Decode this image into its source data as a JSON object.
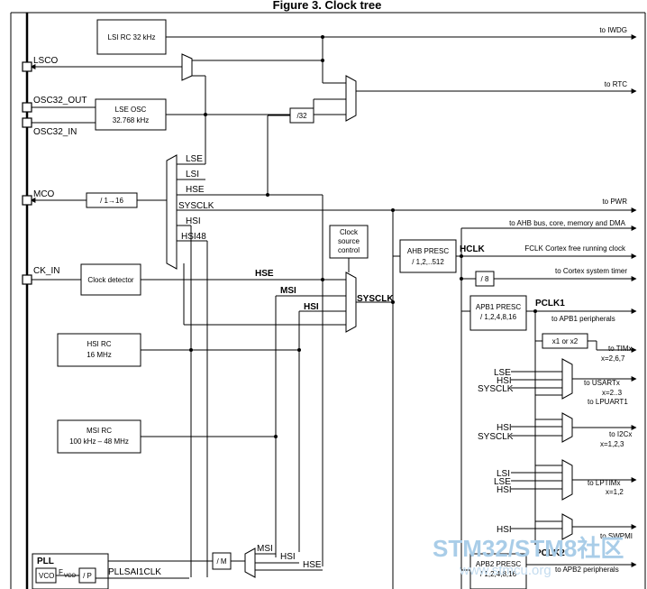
{
  "title": "Figure 3. Clock tree",
  "pins": {
    "lsco": "LSCO",
    "osc32_out": "OSC32_OUT",
    "osc32_in": "OSC32_IN",
    "mco": "MCO",
    "ck_in": "CK_IN"
  },
  "blocks": {
    "lsi_rc": "LSI RC 32 kHz",
    "lse_osc_1": "LSE OSC",
    "lse_osc_2": "32.768 kHz",
    "div32": "/32",
    "mco_div": "/ 1→16",
    "clock_detector": "Clock detector",
    "hsi_rc_1": "HSI RC",
    "hsi_rc_2": "16 MHz",
    "msi_rc_1": "MSI RC",
    "msi_rc_2": "100 kHz – 48 MHz",
    "clock_source_control_1": "Clock",
    "clock_source_control_2": "source",
    "clock_source_control_3": "control",
    "ahb_presc_1": "AHB PRESC",
    "ahb_presc_2": "/ 1,2,..512",
    "div8": "/ 8",
    "apb1_presc_1": "APB1 PRESC",
    "apb1_presc_2": "/ 1,2,4,8,16",
    "apb2_presc_1": "APB2 PRESC",
    "apb2_presc_2": "/ 1,2,4,8,16",
    "x1_or_x2": "x1 or x2",
    "pll": "PLL",
    "vco": "VCO",
    "fvco": "F",
    "fvco_sub": "VCO",
    "div_p": "/ P",
    "div_m": "/ M",
    "pllsai1clk": "PLLSAI1CLK"
  },
  "mco_mux_inputs": [
    "LSE",
    "LSI",
    "HSE",
    "SYSCLK",
    "HSI",
    "HSI48"
  ],
  "sysclk_mux": {
    "hse": "HSE",
    "msi": "MSI",
    "hsi": "HSI",
    "out": "SYSCLK"
  },
  "pll_mux_inputs": [
    "MSI",
    "HSI",
    "HSE"
  ],
  "bus": {
    "hclk": "HCLK",
    "pclk1": "PCLK1",
    "pclk2": "PCLK2"
  },
  "outputs": {
    "iwdg": "to IWDG",
    "rtc": "to RTC",
    "pwr": "to PWR",
    "ahb": "to AHB bus, core, memory and DMA",
    "fclk": "FCLK Cortex free running clock",
    "systimer": "to Cortex system timer",
    "apb1": "to APB1 peripherals",
    "timx_1": "to TIMx",
    "timx_2": "x=2,6,7",
    "usartx_1": "to USARTx",
    "usartx_2": "x=2..3",
    "lpuart1": "to LPUART1",
    "i2cx_1": "to I2Cx",
    "i2cx_2": "x=1,2,3",
    "lptimx_1": "to LPTIMx",
    "lptimx_2": "x=1,2",
    "swpmi": "to SWPMI",
    "apb2": "to APB2 peripherals"
  },
  "peripheral_mux_inputs": {
    "usart": [
      "LSE",
      "HSI",
      "SYSCLK"
    ],
    "i2c": [
      "HSI",
      "SYSCLK"
    ],
    "lptim": [
      "LSI",
      "LSE",
      "HSI"
    ],
    "swpmi": [
      "HSI"
    ]
  },
  "watermark": {
    "brand": "STM32/STM8社区",
    "site": "www.stmcu.org"
  }
}
